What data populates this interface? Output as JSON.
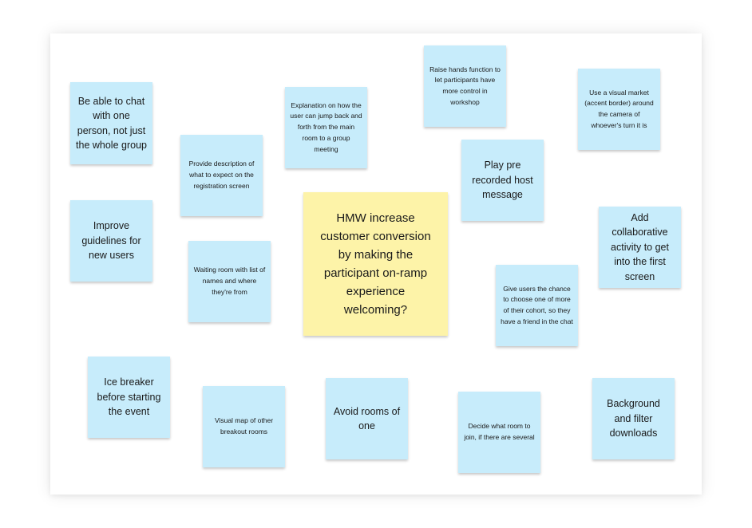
{
  "central_question": {
    "text": "HMW increase customer conversion by making the participant on-ramp experience welcoming?"
  },
  "notes": [
    {
      "id": "chat-one-person",
      "text": "Be able to chat with one person, not just the whole group"
    },
    {
      "id": "registration-description",
      "text": "Provide description of what to expect on the registration screen"
    },
    {
      "id": "jump-back-forth",
      "text": "Explanation on how the user can jump back and forth from the main room to a group meeting"
    },
    {
      "id": "raise-hands",
      "text": "Raise hands function to let participants have more control in workshop"
    },
    {
      "id": "visual-market",
      "text": "Use a visual market (accent border) around the camera of whoever's turn it is"
    },
    {
      "id": "pre-recorded-message",
      "text": "Play pre recorded host message"
    },
    {
      "id": "improve-guidelines",
      "text": "Improve guidelines for new users"
    },
    {
      "id": "waiting-room",
      "text": "Waiting room with list of names and where they're from"
    },
    {
      "id": "collaborative-activity",
      "text": "Add collaborative activity to get into the first screen"
    },
    {
      "id": "choose-cohort",
      "text": "Give users the chance to choose one of more of their cohort, so they have a friend in the chat"
    },
    {
      "id": "ice-breaker",
      "text": "Ice breaker before starting the event"
    },
    {
      "id": "visual-map",
      "text": "Visual map of other breakout rooms"
    },
    {
      "id": "avoid-rooms-of-one",
      "text": "Avoid rooms of one"
    },
    {
      "id": "decide-room",
      "text": "Decide what room to join, if there are several"
    },
    {
      "id": "background-filter",
      "text": "Background and filter downloads"
    }
  ],
  "colors": {
    "note_blue": "#c7ecfb",
    "note_yellow": "#fdf3a8",
    "board": "#ffffff"
  }
}
